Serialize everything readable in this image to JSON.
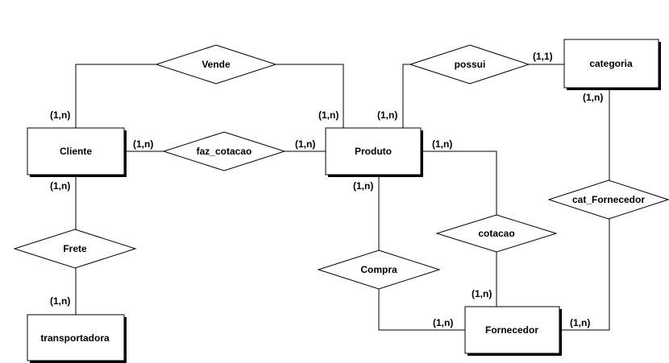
{
  "entities": {
    "cliente": "Cliente",
    "produto": "Produto",
    "categoria": "categoria",
    "transportadora": "transportadora",
    "fornecedor": "Fornecedor"
  },
  "relationships": {
    "vende": "Vende",
    "possui": "possui",
    "faz_cotacao": "faz_cotacao",
    "frete": "Frete",
    "compra": "Compra",
    "cotacao": "cotacao",
    "cat_fornecedor": "cat_Fornecedor"
  },
  "cardinalities": {
    "vende_cliente": "(1,n)",
    "vende_produto": "(1,n)",
    "possui_produto": "(1,n)",
    "possui_categoria": "(1,1)",
    "faz_cotacao_cliente": "(1,n)",
    "faz_cotacao_produto": "(1,n)",
    "frete_cliente": "(1,n)",
    "frete_transportadora": "(1,n)",
    "compra_produto": "(1,n)",
    "compra_fornecedor": "(1,n)",
    "cotacao_produto": "(1,n)",
    "cotacao_fornecedor": "(1,n)",
    "cat_fornecedor_categoria": "(1,n)",
    "cat_fornecedor_fornecedor": "(1,n)"
  }
}
